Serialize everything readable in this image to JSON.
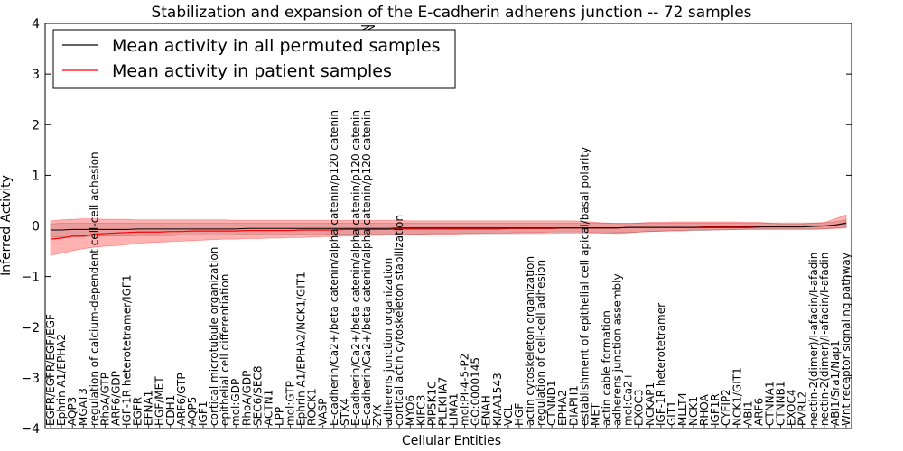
{
  "chart_data": {
    "type": "line",
    "title": "Stabilization and expansion of the E-cadherin adherens junction -- 72 samples",
    "xlabel": "Cellular Entities",
    "ylabel": "Inferred Activity",
    "ylim": [
      -4,
      4
    ],
    "yticks": [
      -4,
      -3,
      -2,
      -1,
      0,
      1,
      2,
      3,
      4
    ],
    "ytick_labels": [
      "−4",
      "−3",
      "−2",
      "−1",
      "0",
      "1",
      "2",
      "3",
      "4"
    ],
    "legend": {
      "placement": "top-left",
      "entries": [
        {
          "label": "Mean activity in all permuted samples",
          "color": "#000000"
        },
        {
          "label": "Mean activity in patient samples",
          "color": "#ff0000"
        }
      ]
    },
    "grid": false,
    "top_clipped_labels": [
      "N",
      "N"
    ],
    "categories": [
      "EGFR/EGFR/EGF/EGF",
      "Ephrin A1/EPHA2",
      "AQP3",
      "MGAT3",
      "regulation of calcium-dependent cell-cell adhesion",
      "RhoA/GTP",
      "ARF6/GDP",
      "IGF-1R heterotetramer/IGF1",
      "EGFR",
      "EFNA1",
      "HGF/MET",
      "CDH1",
      "ARF6/GTP",
      "AQP5",
      "IGF1",
      "cortical microtubule organization",
      "epithelial cell differentiation",
      "mol:GDP",
      "RhoA/GDP",
      "SEC6/SEC8",
      "ACTN1",
      "LPP",
      "mol:GTP",
      "Ephrin A1/EPHA2/NCK1/GIT1",
      "ROCK1",
      "VASP",
      "E-cadherin/Ca2+/beta catenin/alpha catenin/p120 catenin",
      "STX4",
      "E-cadherin/Ca2+/beta catenin/alpha catenin/p120 catenin",
      "E-cadherin/Ca2+/beta catenin/alpha catenin/p120 catenin",
      "ZYX",
      "adherens junction organization",
      "cortical actin cytoskeleton stabilization",
      "MYO6",
      "KIFC3",
      "PIP5K1C",
      "PLEKHA7",
      "LIMA1",
      "mol:PI-4-5-P2",
      "GO:0000145",
      "ENAH",
      "KIAA1543",
      "VCL",
      "HGF",
      "actin cytoskeleton organization",
      "regulation of cell-cell adhesion",
      "CTNND1",
      "EPHA2",
      "DIAPH1",
      "establishment of epithelial cell apical/basal polarity",
      "MET",
      "actin cable formation",
      "adherens junction assembly",
      "mol:Ca2+",
      "EXOC3",
      "NCKAP1",
      "IGF-1R heterotetramer",
      "GIT1",
      "MLLT4",
      "NCK1",
      "RHOA",
      "IGF1R",
      "CYFIP2",
      "NCK1/GIT1",
      "ABI1",
      "ARF6",
      "CTNNA1",
      "CTNNB1",
      "EXOC4",
      "PVRL2",
      "nectin-2(dimer)/I-afadin/I-afadin",
      "nectin-2(dimer)/I-afadin/I-afadin",
      "ABI1/Sra1/Nap1",
      "Wnt receptor signaling pathway"
    ],
    "series": [
      {
        "name": "Mean activity in all permuted samples",
        "color": "#000000",
        "values": [
          -0.08,
          -0.08,
          -0.07,
          -0.07,
          -0.07,
          -0.07,
          -0.07,
          -0.07,
          -0.06,
          -0.06,
          -0.06,
          -0.06,
          -0.06,
          -0.06,
          -0.06,
          -0.06,
          -0.06,
          -0.06,
          -0.05,
          -0.05,
          -0.05,
          -0.05,
          -0.05,
          -0.05,
          -0.05,
          -0.05,
          -0.05,
          -0.05,
          -0.05,
          -0.05,
          -0.05,
          -0.05,
          -0.04,
          -0.04,
          -0.04,
          -0.04,
          -0.04,
          -0.04,
          -0.04,
          -0.04,
          -0.04,
          -0.04,
          -0.04,
          -0.04,
          -0.04,
          -0.04,
          -0.04,
          -0.04,
          -0.04,
          -0.04,
          -0.04,
          -0.04,
          -0.04,
          -0.03,
          -0.03,
          -0.03,
          -0.03,
          -0.03,
          -0.03,
          -0.03,
          -0.03,
          -0.03,
          -0.03,
          -0.03,
          -0.03,
          -0.02,
          -0.02,
          -0.02,
          -0.02,
          -0.02,
          -0.01,
          0.0,
          0.02,
          0.05
        ],
        "upper": [
          0.04,
          0.05,
          0.05,
          0.05,
          0.05,
          0.05,
          0.05,
          0.05,
          0.05,
          0.05,
          0.05,
          0.05,
          0.05,
          0.05,
          0.05,
          0.05,
          0.05,
          0.05,
          0.05,
          0.05,
          0.05,
          0.05,
          0.05,
          0.05,
          0.05,
          0.05,
          0.05,
          0.05,
          0.05,
          0.05,
          0.05,
          0.05,
          0.05,
          0.05,
          0.05,
          0.05,
          0.05,
          0.05,
          0.05,
          0.05,
          0.05,
          0.05,
          0.05,
          0.05,
          0.05,
          0.05,
          0.05,
          0.05,
          0.05,
          0.05,
          0.05,
          0.05,
          0.05,
          0.05,
          0.05,
          0.05,
          0.05,
          0.05,
          0.05,
          0.05,
          0.05,
          0.05,
          0.05,
          0.05,
          0.05,
          0.05,
          0.05,
          0.04,
          0.04,
          0.04,
          0.05,
          0.06,
          0.08,
          0.12
        ],
        "lower": [
          -0.22,
          -0.22,
          -0.21,
          -0.21,
          -0.2,
          -0.2,
          -0.2,
          -0.2,
          -0.19,
          -0.19,
          -0.19,
          -0.19,
          -0.18,
          -0.18,
          -0.18,
          -0.18,
          -0.18,
          -0.17,
          -0.17,
          -0.17,
          -0.17,
          -0.17,
          -0.17,
          -0.17,
          -0.17,
          -0.17,
          -0.16,
          -0.16,
          -0.16,
          -0.16,
          -0.16,
          -0.16,
          -0.16,
          -0.16,
          -0.16,
          -0.15,
          -0.15,
          -0.15,
          -0.15,
          -0.15,
          -0.15,
          -0.15,
          -0.15,
          -0.15,
          -0.15,
          -0.15,
          -0.15,
          -0.14,
          -0.14,
          -0.14,
          -0.14,
          -0.14,
          -0.13,
          -0.13,
          -0.12,
          -0.11,
          -0.11,
          -0.1,
          -0.1,
          -0.09,
          -0.09,
          -0.08,
          -0.08,
          -0.07,
          -0.06,
          -0.06,
          -0.05,
          -0.05,
          -0.05,
          -0.05,
          -0.05,
          -0.05,
          -0.04,
          -0.02
        ]
      },
      {
        "name": "Mean activity in patient samples",
        "color": "#ff0000",
        "values": [
          -0.26,
          -0.24,
          -0.2,
          -0.2,
          -0.16,
          -0.15,
          -0.14,
          -0.13,
          -0.12,
          -0.12,
          -0.12,
          -0.11,
          -0.11,
          -0.1,
          -0.1,
          -0.1,
          -0.1,
          -0.1,
          -0.09,
          -0.09,
          -0.09,
          -0.09,
          -0.09,
          -0.08,
          -0.08,
          -0.08,
          -0.08,
          -0.07,
          -0.07,
          -0.07,
          -0.07,
          -0.07,
          -0.06,
          -0.06,
          -0.06,
          -0.06,
          -0.06,
          -0.06,
          -0.06,
          -0.06,
          -0.06,
          -0.06,
          -0.05,
          -0.05,
          -0.05,
          -0.05,
          -0.05,
          -0.04,
          -0.04,
          -0.04,
          -0.04,
          -0.04,
          -0.04,
          -0.03,
          -0.03,
          -0.03,
          -0.03,
          -0.03,
          -0.03,
          -0.03,
          -0.02,
          -0.02,
          -0.02,
          -0.02,
          -0.02,
          -0.02,
          -0.01,
          -0.01,
          -0.01,
          0.0,
          0.0,
          0.0,
          0.02,
          0.06
        ],
        "upper": [
          0.1,
          0.12,
          0.13,
          0.14,
          0.14,
          0.13,
          0.13,
          0.13,
          0.12,
          0.12,
          0.12,
          0.12,
          0.12,
          0.12,
          0.12,
          0.12,
          0.12,
          0.11,
          0.11,
          0.11,
          0.11,
          0.11,
          0.11,
          0.11,
          0.11,
          0.11,
          0.11,
          0.11,
          0.11,
          0.11,
          0.11,
          0.11,
          0.11,
          0.1,
          0.1,
          0.1,
          0.1,
          0.1,
          0.1,
          0.1,
          0.1,
          0.1,
          0.1,
          0.1,
          0.1,
          0.1,
          0.1,
          0.1,
          0.1,
          0.09,
          0.07,
          0.06,
          0.05,
          0.05,
          0.06,
          0.07,
          0.07,
          0.08,
          0.08,
          0.08,
          0.08,
          0.08,
          0.08,
          0.08,
          0.07,
          0.07,
          0.06,
          0.06,
          0.06,
          0.06,
          0.06,
          0.07,
          0.14,
          0.22
        ],
        "lower": [
          -0.58,
          -0.54,
          -0.49,
          -0.45,
          -0.42,
          -0.4,
          -0.39,
          -0.37,
          -0.35,
          -0.33,
          -0.32,
          -0.31,
          -0.3,
          -0.29,
          -0.28,
          -0.27,
          -0.26,
          -0.26,
          -0.25,
          -0.25,
          -0.24,
          -0.24,
          -0.23,
          -0.23,
          -0.22,
          -0.21,
          -0.21,
          -0.2,
          -0.2,
          -0.19,
          -0.19,
          -0.18,
          -0.18,
          -0.17,
          -0.17,
          -0.16,
          -0.16,
          -0.16,
          -0.15,
          -0.15,
          -0.14,
          -0.14,
          -0.14,
          -0.13,
          -0.13,
          -0.13,
          -0.12,
          -0.12,
          -0.12,
          -0.12,
          -0.13,
          -0.14,
          -0.15,
          -0.14,
          -0.12,
          -0.11,
          -0.1,
          -0.09,
          -0.09,
          -0.08,
          -0.08,
          -0.08,
          -0.07,
          -0.07,
          -0.07,
          -0.07,
          -0.07,
          -0.07,
          -0.07,
          -0.07,
          -0.07,
          -0.06,
          -0.05,
          -0.04
        ]
      }
    ]
  }
}
